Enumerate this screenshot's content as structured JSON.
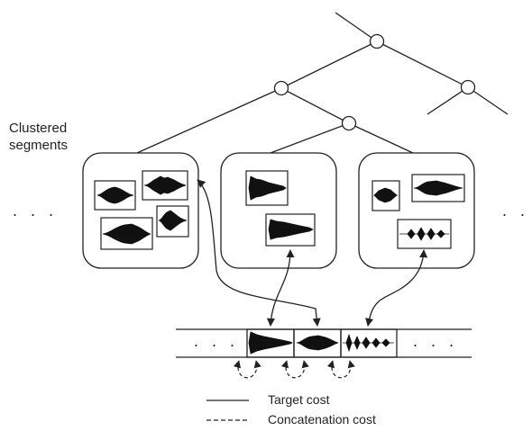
{
  "labels": {
    "clustered_line1": "Clustered",
    "clustered_line2": "segments",
    "ellipsis_left": ". . .",
    "ellipsis_right": ". .",
    "seq_ellipsis_left": ". . .",
    "seq_ellipsis_right": ". . ."
  },
  "legend": {
    "target_cost": "Target cost",
    "concatenation_cost": "Concatenation cost"
  }
}
